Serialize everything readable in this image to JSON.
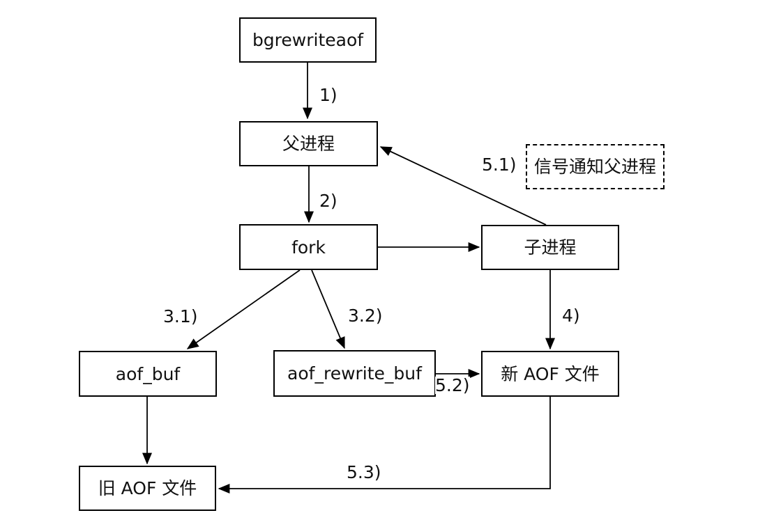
{
  "diagram": {
    "background_color": "#ffffff",
    "stroke_color": "#000000",
    "nodes": {
      "bgrewriteaof": {
        "label": "bgrewriteaof"
      },
      "parent_process": {
        "label": "父进程"
      },
      "fork": {
        "label": "fork"
      },
      "child_process": {
        "label": "子进程"
      },
      "signal_note": {
        "label": "信号通知父进程"
      },
      "aof_buf": {
        "label": "aof_buf"
      },
      "aof_rewrite_buf": {
        "label": "aof_rewrite_buf"
      },
      "new_aof_file": {
        "label": "新 AOF 文件"
      },
      "old_aof_file": {
        "label": "旧 AOF 文件"
      }
    },
    "edge_labels": {
      "step1": "1)",
      "step2": "2)",
      "step3_1": "3.1)",
      "step3_2": "3.2)",
      "step4": "4)",
      "step5_1": "5.1)",
      "step5_2": "5.2)",
      "step5_3": "5.3)"
    }
  }
}
